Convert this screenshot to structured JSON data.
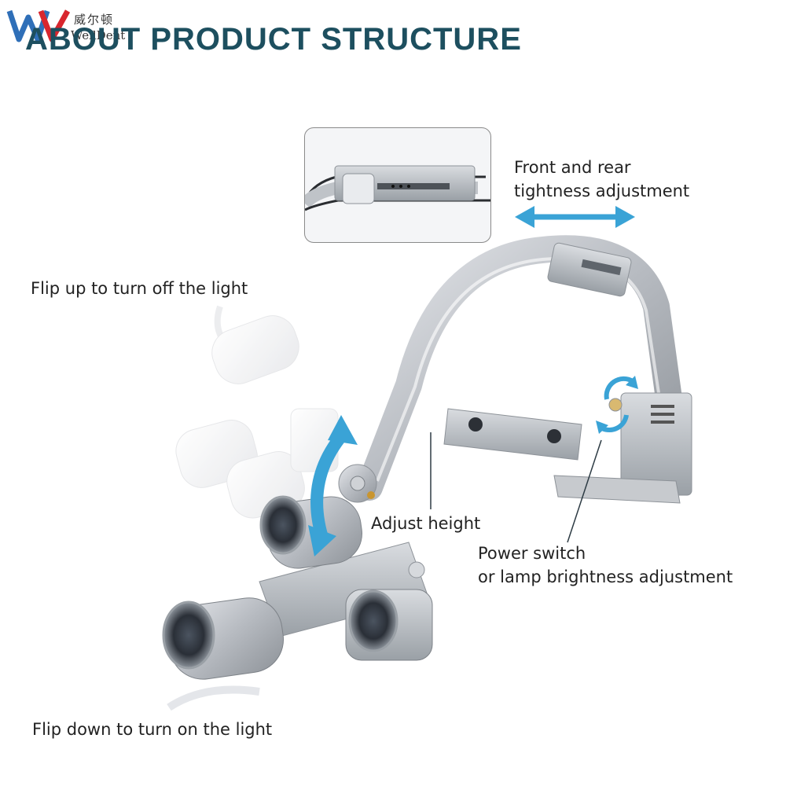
{
  "brand": {
    "name_cn": "威尔顿",
    "name_en": "WellDent",
    "logo_colors": [
      "#2f6fb8",
      "#d8262e"
    ]
  },
  "title": "ABOUT PRODUCT STRUCTURE",
  "labels": {
    "front_rear": [
      "Front and rear",
      "tightness adjustment"
    ],
    "flip_up": "Flip up to turn off the light",
    "adjust_height": "Adjust height",
    "power_switch": [
      "Power switch",
      "or lamp brightness adjustment"
    ],
    "flip_down": "Flip down to turn on the light"
  },
  "colors": {
    "title": "#1d4f5f",
    "arrow": "#3aa3d6",
    "metal": "#b9bcc1"
  },
  "icons": [
    "double-arrow-horizontal-icon",
    "curved-double-arrow-icon",
    "rotate-arrows-icon"
  ]
}
